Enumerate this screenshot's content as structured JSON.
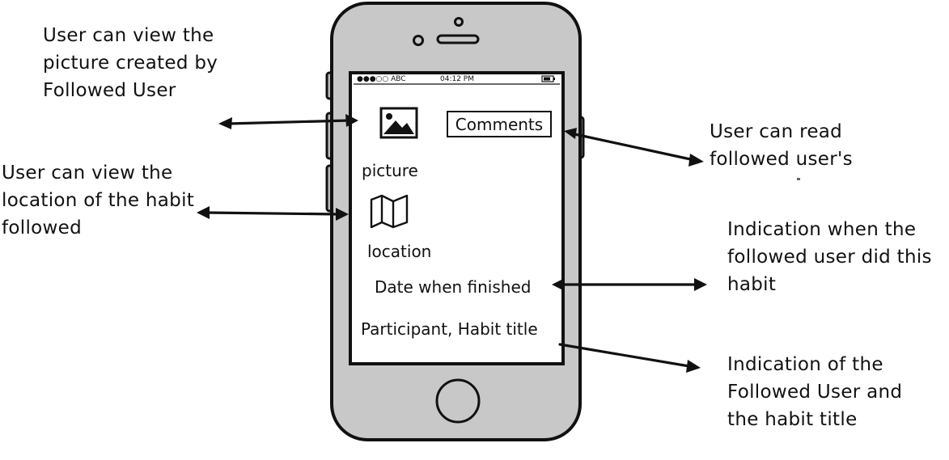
{
  "status_bar": {
    "carrier": "●●●○○ ABC",
    "time": "04:12 PM"
  },
  "screen": {
    "picture_label": "picture",
    "location_label": "location",
    "comments_button": "Comments",
    "date_text": "Date when finished",
    "participant_text": "Participant, Habit title"
  },
  "annotations": {
    "picture_note": "User can view the\npicture created by\nFollowed User",
    "location_note": "User can view the\nlocation of the habit\nfollowed",
    "comments_note": "User can read\nfollowed user's",
    "date_note": "Indication when the\nfollowed user did this\nhabit",
    "participant_note": "Indication of the\nFollowed User and\nthe habit title"
  },
  "icons": {
    "picture": "image-icon",
    "location": "map-icon",
    "battery": "battery-icon"
  }
}
